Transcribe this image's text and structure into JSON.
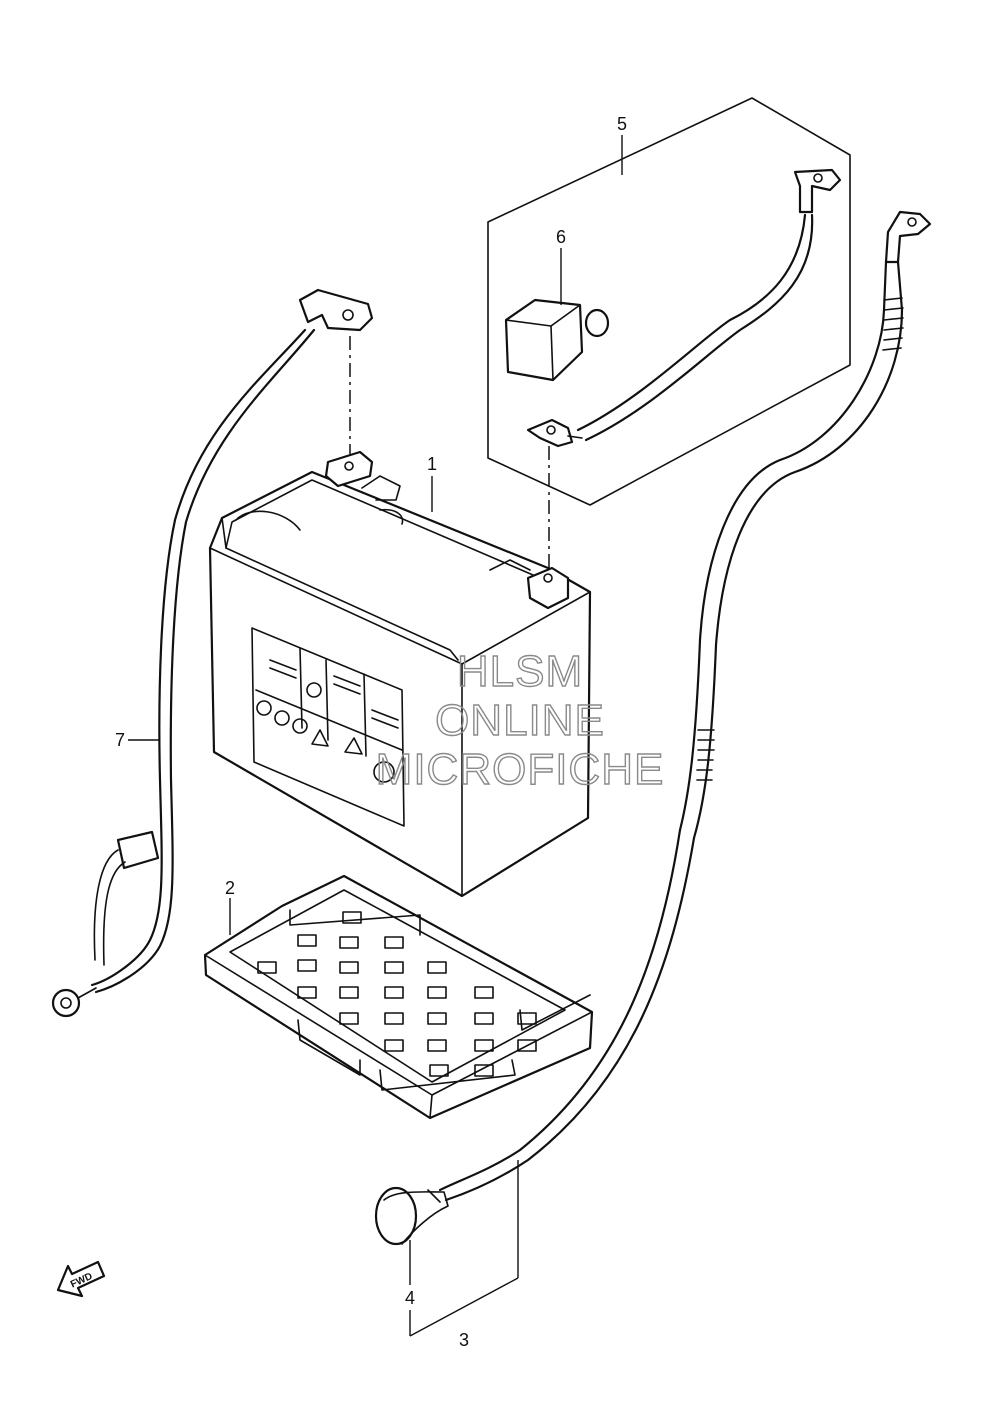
{
  "callouts": [
    "1",
    "2",
    "3",
    "4",
    "5",
    "6",
    "7"
  ],
  "watermark": {
    "line1": "HLSM",
    "line2": "ONLINE",
    "line3": "MICROFICHE"
  },
  "fwd_label": "FWD",
  "parts": {
    "battery": "1",
    "battery-tray": "2",
    "ground-cable-assembly": "3",
    "cable-boot": "4",
    "starter-relay-cable-set": "5",
    "terminal-cover": "6",
    "lead-wire": "7"
  }
}
